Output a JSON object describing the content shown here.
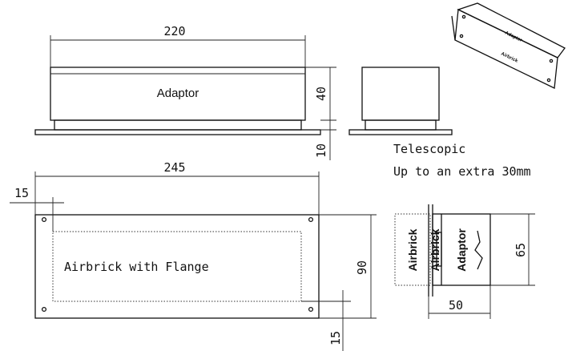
{
  "dimensions": {
    "front_width": "220",
    "front_height": "40",
    "flange_thickness": "10",
    "flange_width": "245",
    "flange_offset_top": "15",
    "flange_offset_bottom": "15",
    "flange_height": "90",
    "telescopic_depth": "50",
    "telescopic_height": "65"
  },
  "labels": {
    "adaptor_front": "Adaptor",
    "airbrick_flange": "Airbrick with Flange",
    "airbrick_side_1": "Airbrick",
    "airbrick_side_2": "Airbrick",
    "adaptor_side": "Adaptor",
    "iso_top": "Adaptor",
    "iso_front": "Airbrick"
  },
  "notes": {
    "telescopic_line1": "Telescopic",
    "telescopic_line2": "Up to an extra 30mm"
  }
}
